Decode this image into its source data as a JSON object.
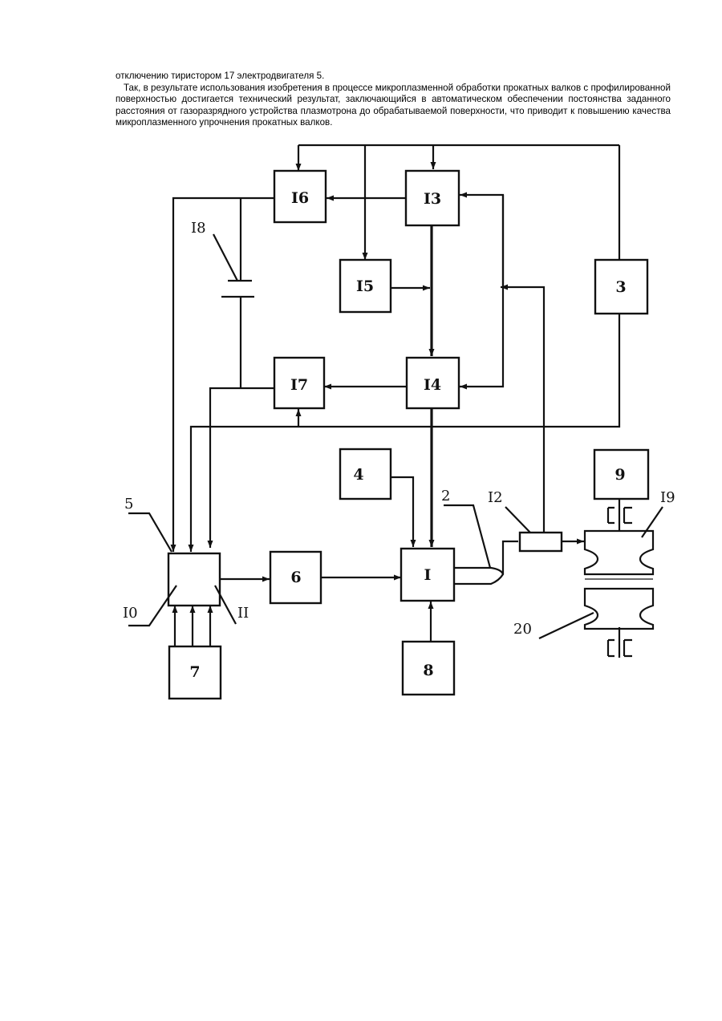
{
  "text": {
    "line1": "отключению тиристором 17 электродвигателя 5.",
    "paragraph": "Так, в результате использования изобретения в процессе микроплазменной обработки прокатных валков с профилированной поверхностью достигается технический результат, заключающийся в автоматическом обеспечении постоянства заданного расстояния от газоразрядного устройства плазмотрона до обрабатываемой поверхности, что приводит к повышению качества микроплазменного упрочнения прокатных валков."
  },
  "diagram": {
    "blocks": {
      "b16": "I6",
      "b13": "I3",
      "b15": "I5",
      "b3": "3",
      "b17": "I7",
      "b14": "I4",
      "b4": "4",
      "b9": "9",
      "b6": "6",
      "b1": "I",
      "b7": "7",
      "b8": "8",
      "b5": ""
    },
    "callouts": {
      "c18": "I8",
      "c5": "5",
      "c2": "2",
      "c12": "I2",
      "c19": "I9",
      "c10": "I0",
      "c11": "II",
      "c20": "20"
    }
  }
}
